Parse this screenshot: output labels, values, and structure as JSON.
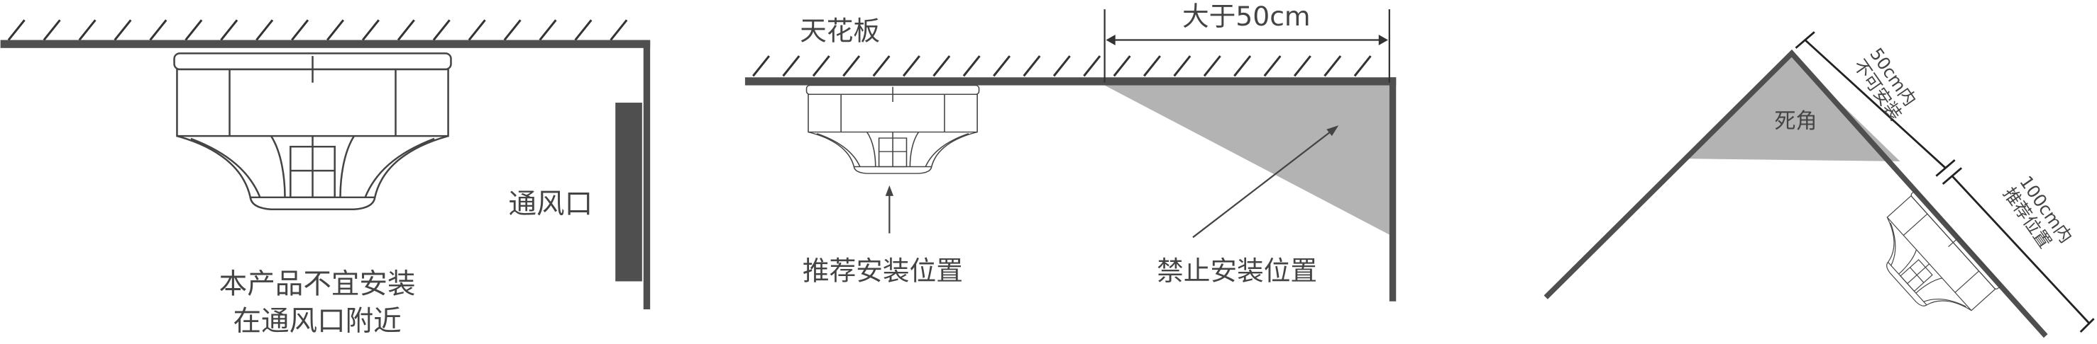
{
  "panel_vent": {
    "vent_label": "通风口",
    "note_line1": "本产品不宜安装",
    "note_line2": "在通风口附近"
  },
  "panel_ceiling": {
    "ceiling_label": "天花板",
    "distance_label": "大于50cm",
    "recommended_label": "推荐安装位置",
    "forbidden_label": "禁止安装位置"
  },
  "panel_peak": {
    "dead_angle_label": "死角",
    "no_install_line1": "50cm内",
    "no_install_line2": "不可安装",
    "recommended_line1": "100cm内",
    "recommended_line2": "推荐位置"
  },
  "colors": {
    "structure": "#4f4f4f",
    "forbidden_zone": "#b3b3b3",
    "text": "#444444"
  }
}
